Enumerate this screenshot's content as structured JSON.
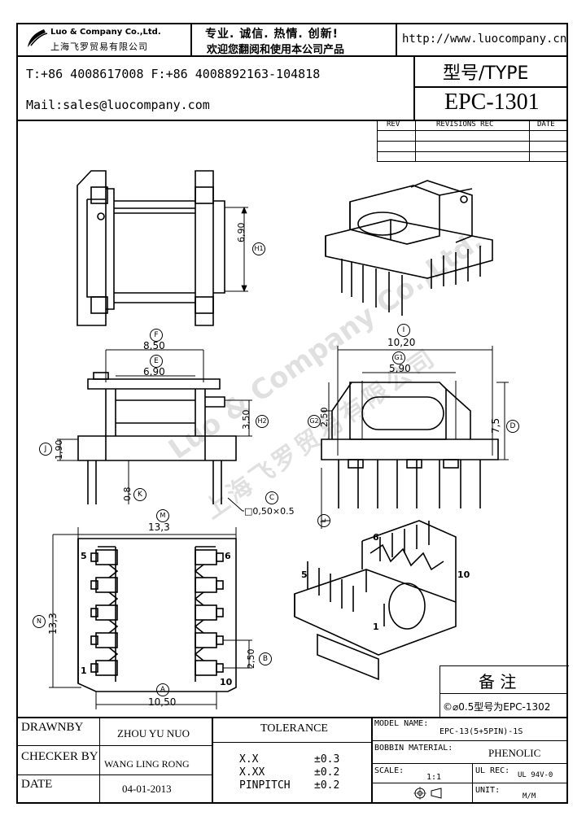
{
  "header": {
    "company_en": "Luo & Company Co.,Ltd.",
    "company_cn": "上海飞罗贸易有限公司",
    "slogan_line1": "专业. 诚信.  热情.  创新!",
    "slogan_line2": "欢迎您翻阅和使用本公司产品",
    "url": "http://www.luocompany.cn",
    "phone_fax": "T:+86 4008617008 F:+86 4008892163-104818",
    "mail": "Mail:sales@luocompany.com",
    "type_label": "型号/TYPE",
    "model": "EPC-1301"
  },
  "revisions": {
    "col_rev": "REV",
    "col_rec": "REVISIONS REC",
    "col_date": "DATE"
  },
  "drawing": {
    "dim_690": "6,90",
    "label_h1": "H1",
    "label_f": "F",
    "dim_850": "8,50",
    "label_e": "E",
    "dim_690b": "6,90",
    "dim_350": "3,50",
    "label_h2": "H2",
    "label_j": "J",
    "dim_190": "1,90",
    "dim_08": "0,8",
    "label_k": "K",
    "label_c": "C",
    "dim_pin": "□0,50×0.5",
    "label_i": "I",
    "dim_1020": "10,20",
    "label_g1": "G1",
    "dim_590": "5,90",
    "label_g2": "G2",
    "dim_250": "2,50",
    "dim_75": "7,5",
    "label_d": "D",
    "label_l": "L",
    "label_m": "M",
    "dim_133": "13,3",
    "label_n": "N",
    "dim_133v": "13,3",
    "pin5": "5",
    "pin6": "6",
    "pin1": "1",
    "pin10": "10",
    "dim_250b": "2,50",
    "label_b": "B",
    "label_a": "A",
    "dim_1050": "10,50",
    "iso_pin6": "6",
    "iso_pin5": "5",
    "iso_pin10": "10",
    "iso_pin1": "1"
  },
  "notes": {
    "title": "备 注",
    "note": "©⌀0.5型号为EPC-1302"
  },
  "titleblock": {
    "drawnby_label": "DRAWNBY",
    "drawnby_value": "ZHOU YU NUO",
    "checker_label": "CHECKER BY",
    "checker_value": "WANG LING RONG",
    "date_label": "DATE",
    "date_value": "04-01-2013",
    "tolerance_label": "TOLERANCE",
    "tol_rows": [
      {
        "k": "X.X",
        "v": "±0.3"
      },
      {
        "k": "X.XX",
        "v": "±0.2"
      },
      {
        "k": "PINPITCH",
        "v": "±0.2"
      }
    ],
    "model_name_label": "MODEL NAME:",
    "model_name_value": "EPC-13(5+5PIN)-1S",
    "bobbin_label": "BOBBIN MATERIAL:",
    "bobbin_value": "PHENOLIC",
    "scale_label": "SCALE:",
    "scale_value": "1:1",
    "ul_label": "UL REC:",
    "ul_value": "UL 94V-0",
    "unit_label": "UNIT:",
    "unit_value": "M/M"
  },
  "watermark": {
    "text_en": "Luo & Company Co.,Ltd.",
    "text_cn": "上海飞罗贸易有限公司"
  }
}
